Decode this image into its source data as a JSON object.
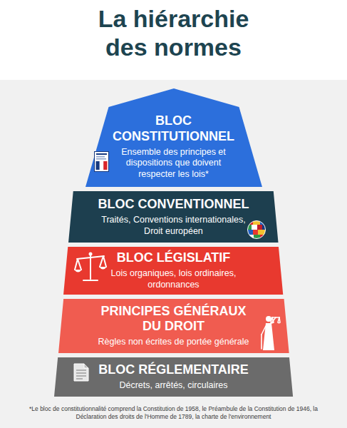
{
  "diagram": {
    "title": "La hiérarchie des normes",
    "caption": "*Le bloc de constitutionnalité comprend la Constitution de 1958, le Préambule de la Constitution de 1946, la Déclaration des droits de l'Homme de 1789, la charte de l'environnement",
    "nodes": [
      {
        "text": [
          "BLOC CONSTITUTIONNEL",
          "Ensemble des principes et dispositions que doivent respecter les lois*"
        ]
      },
      {
        "text": [
          "BLOC CONVENTIONNEL",
          "Traités, Conventions internationales, Droit européen"
        ]
      },
      {
        "text": [
          "BLOC LÉGISLATIF",
          "Lois organiques, lois ordinaires, ordonnances"
        ]
      },
      {
        "text": [
          "PRINCIPES GÉNÉRAUX DU DROIT",
          "Règles non écrites de portée générale"
        ]
      },
      {
        "text": [
          "BLOC RÉGLEMENTAIRE",
          "Décrets, arrêtés, circulaires"
        ]
      }
    ]
  }
}
